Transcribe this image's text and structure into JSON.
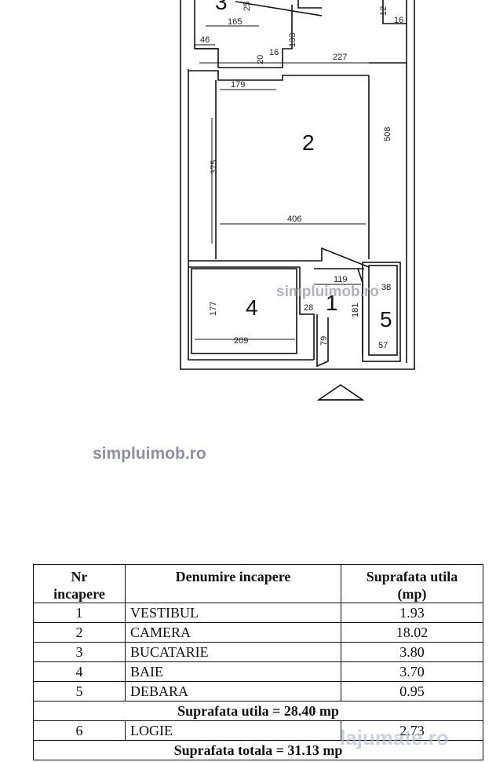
{
  "plan": {
    "rooms": [
      "2",
      "4",
      "1",
      "5",
      "3"
    ],
    "dimensions": [
      "165",
      "25",
      "133",
      "12",
      "16",
      "46",
      "20",
      "16",
      "227",
      "179",
      "508",
      "375",
      "406",
      "119",
      "28",
      "181",
      "38",
      "177",
      "209",
      "79",
      "57"
    ],
    "watermark_overlay": "simpluimob.ro"
  },
  "site_watermark": "simpluimob.ro",
  "table": {
    "headers": [
      "Nr\nincapere",
      "Denumire incapere",
      "Suprafata utila\n(mp)"
    ],
    "rows": [
      {
        "nr": "1",
        "name": "VESTIBUL",
        "area": "1.93"
      },
      {
        "nr": "2",
        "name": "CAMERA",
        "area": "18.02"
      },
      {
        "nr": "3",
        "name": "BUCATARIE",
        "area": "3.80"
      },
      {
        "nr": "4",
        "name": "BAIE",
        "area": "3.70"
      },
      {
        "nr": "5",
        "name": "DEBARA",
        "area": "0.95"
      }
    ],
    "useful_total": "Suprafata utila = 28.40 mp",
    "extra_rows": [
      {
        "nr": "6",
        "name": "LOGIE",
        "area": "2.73"
      }
    ],
    "grand_total": "Suprafata totala = 31.13 mp"
  },
  "corner_watermark": "lajumate.ro"
}
